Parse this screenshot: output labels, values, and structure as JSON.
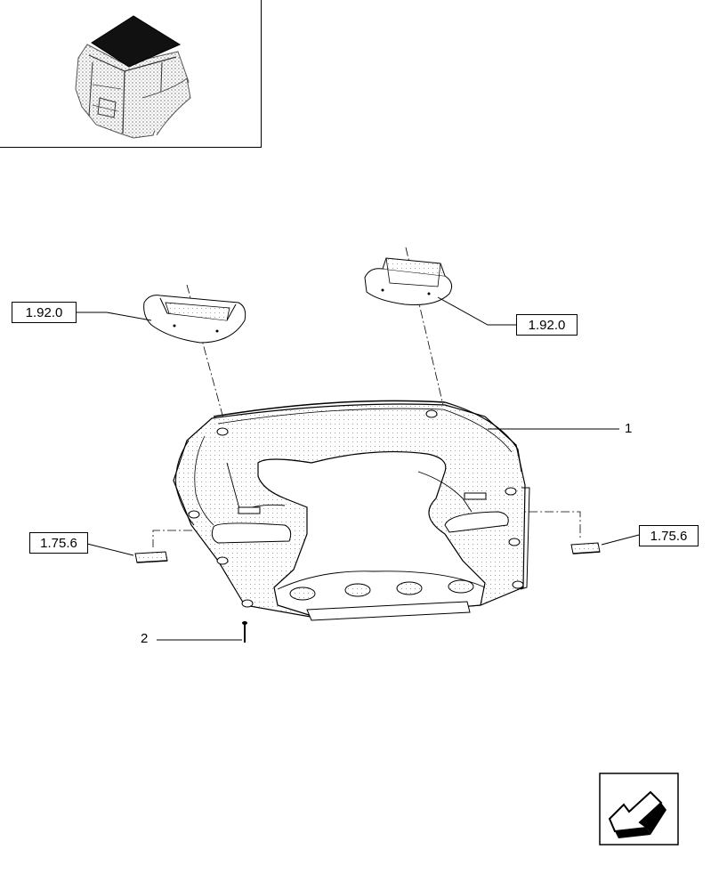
{
  "references": {
    "ref_top_left": "1.92.0",
    "ref_top_right": "1.92.0",
    "ref_mid_left": "1.75.6",
    "ref_mid_right": "1.75.6"
  },
  "callouts": {
    "item_1": "1",
    "item_2": "2"
  },
  "icons": {
    "thumbnail": "cab-location-thumbnail-icon",
    "navigation": "next-page-arrow-icon"
  }
}
